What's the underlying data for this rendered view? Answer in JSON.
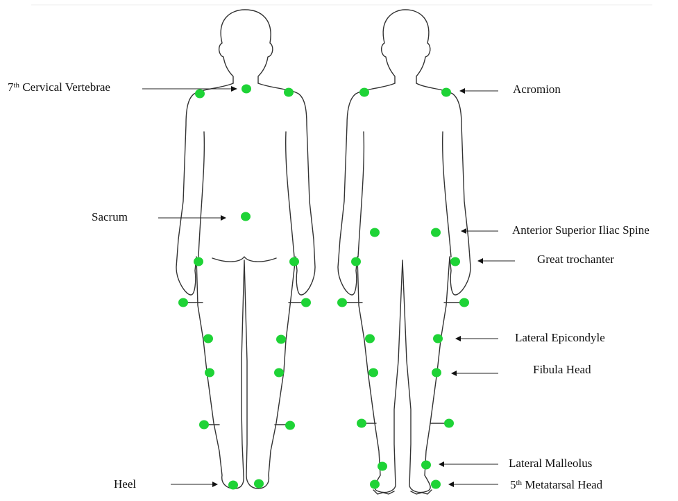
{
  "labels": {
    "cervical_sup": "th",
    "cervical_num": "7",
    "cervical_text": "Cervical Vertebrae",
    "sacrum": "Sacrum",
    "heel": "Heel",
    "acromion": "Acromion",
    "asis": "Anterior Superior Iliac Spine",
    "great_trochanter": "Great trochanter",
    "lateral_epicondyle": "Lateral Epicondyle",
    "fibula_head": "Fibula Head",
    "lateral_malleolus": "Lateral Malleolus",
    "metatarsal_num": "5",
    "metatarsal_sup": "th",
    "metatarsal_text": "Metatarsal Head"
  },
  "colors": {
    "marker": "#1ed336",
    "outline": "#333333",
    "arrow": "#222222"
  }
}
